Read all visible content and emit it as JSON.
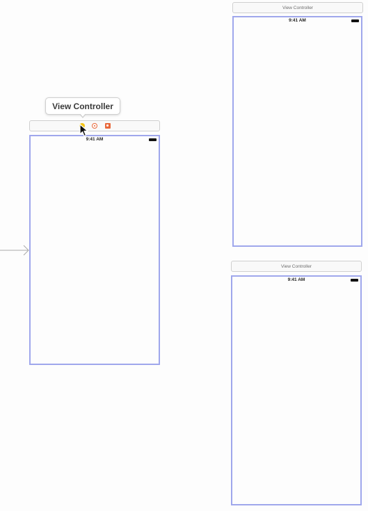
{
  "storyboard": {
    "tooltip_label": "View Controller",
    "scenes": [
      {
        "title": "View Controller",
        "status_time": "9:41 AM"
      },
      {
        "title": "View Controller",
        "status_time": "9:41 AM"
      },
      {
        "title": "",
        "status_time": "9:41 AM",
        "dock_icons": [
          "view-controller-icon",
          "first-responder-icon",
          "exit-icon"
        ]
      }
    ]
  },
  "colors": {
    "scene_border": "#9fa7ec",
    "view_controller_icon": "#f5c518",
    "first_responder_icon": "#e8683b",
    "exit_icon": "#e8683b"
  }
}
